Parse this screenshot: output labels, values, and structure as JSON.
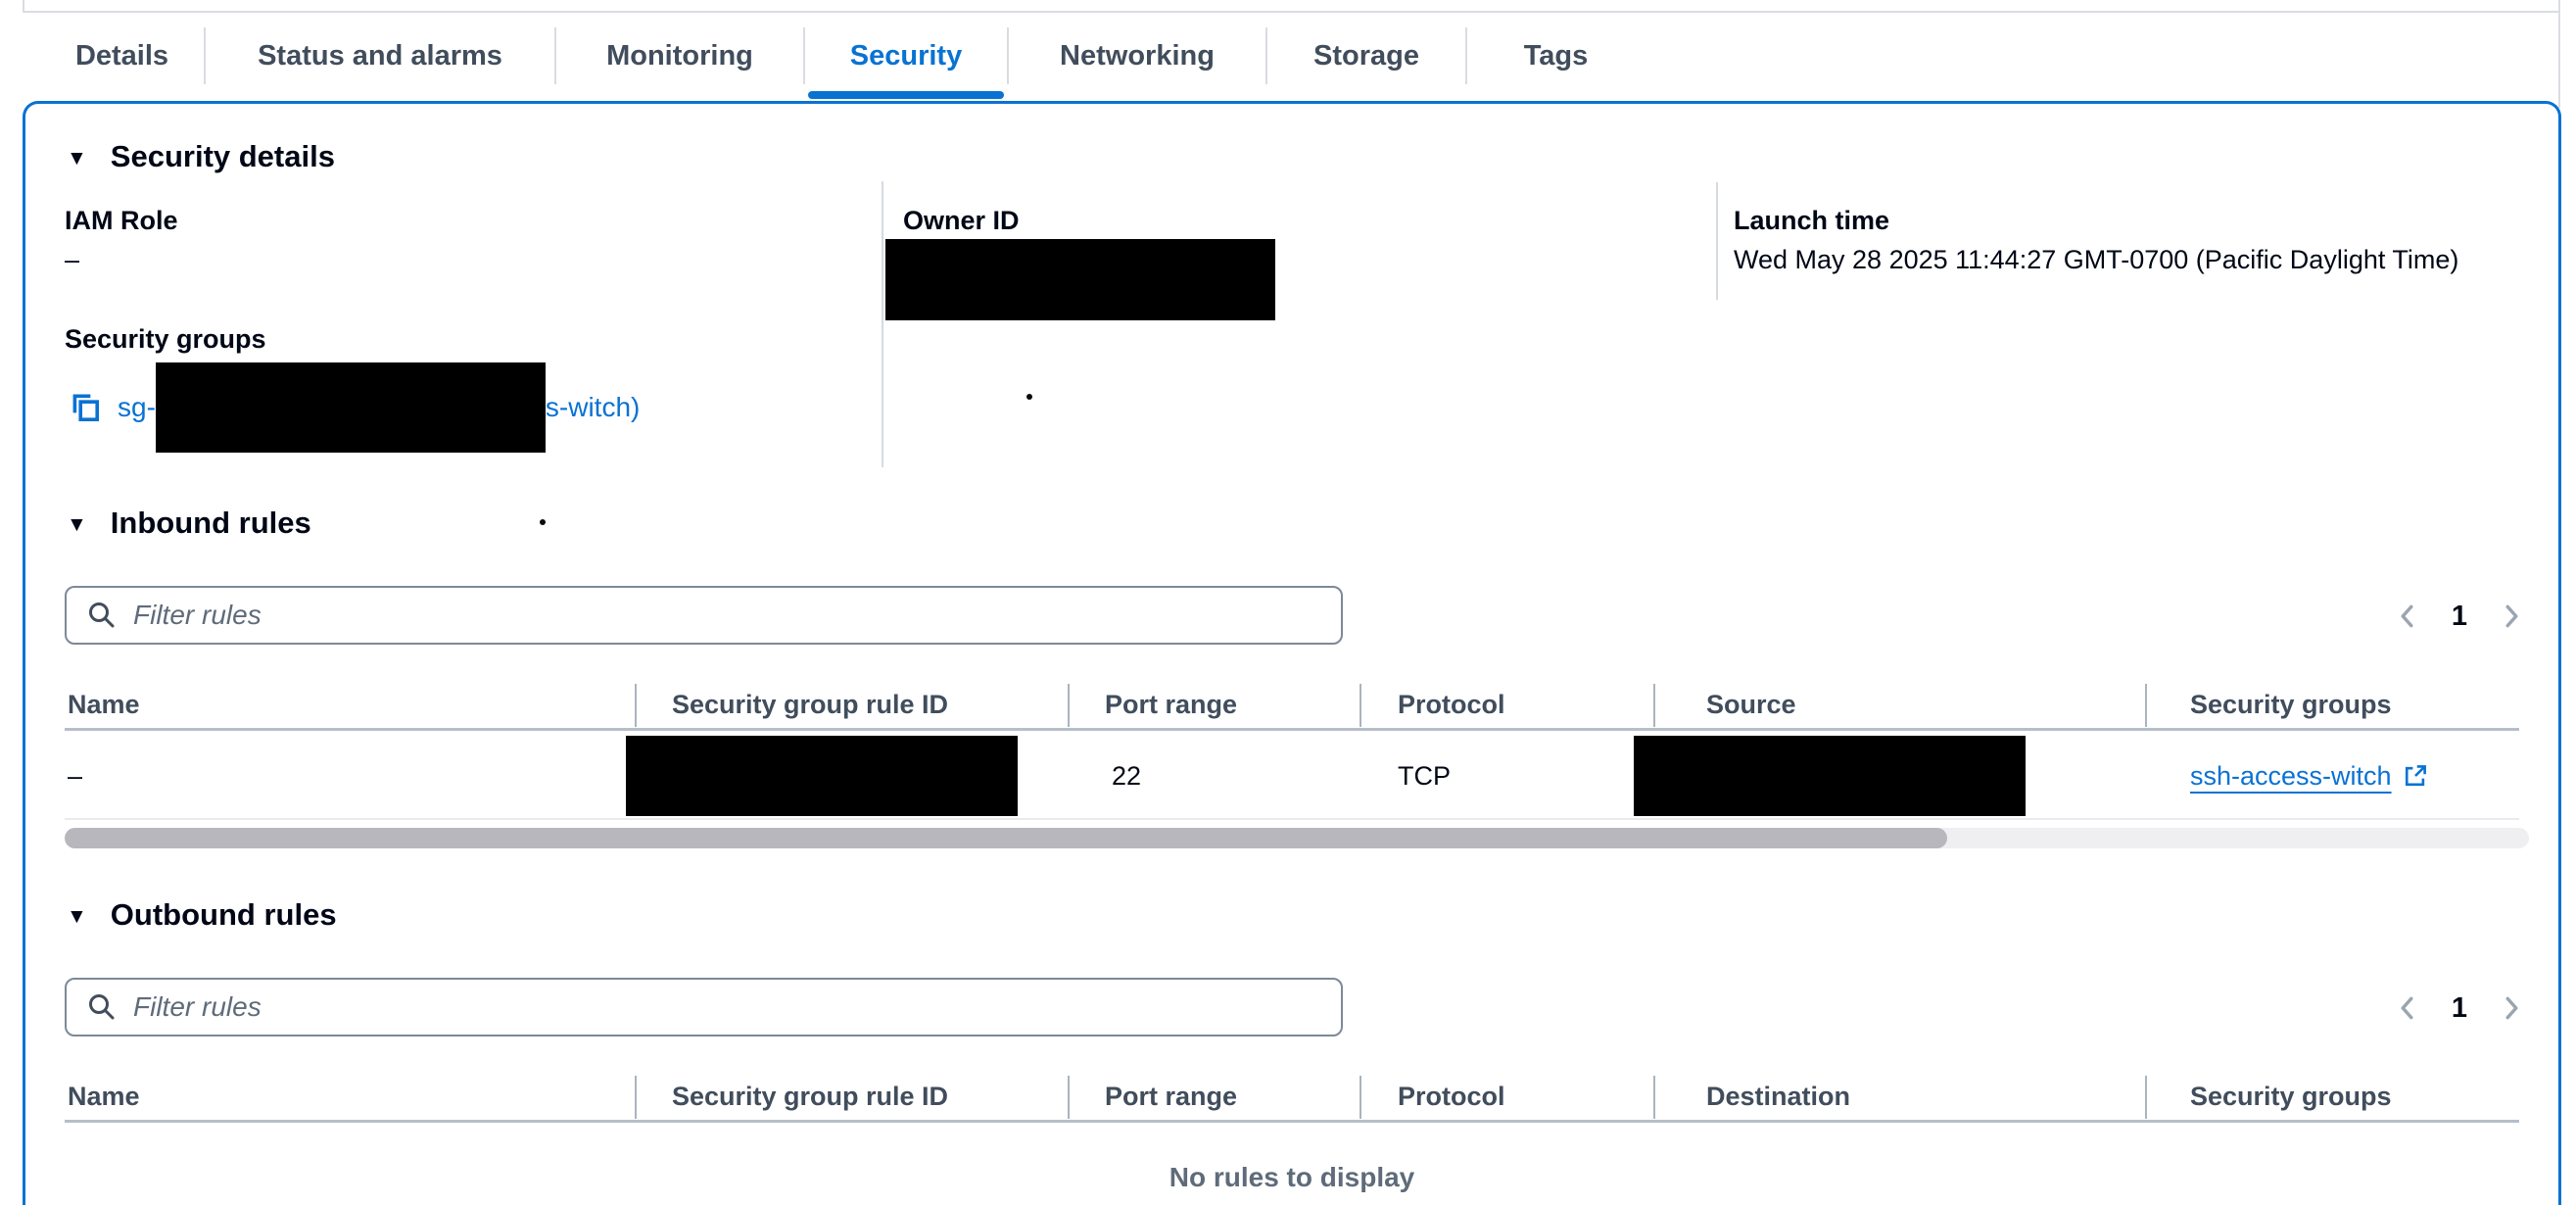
{
  "tabs": {
    "labels": [
      "Details",
      "Status and alarms",
      "Monitoring",
      "Security",
      "Networking",
      "Storage",
      "Tags"
    ],
    "active": "Security"
  },
  "security_details": {
    "title": "Security details",
    "iam_role_label": "IAM Role",
    "iam_role_value": "–",
    "owner_id_label": "Owner ID",
    "security_groups_label": "Security groups",
    "security_group_link_prefix": "sg-",
    "security_group_link_suffix": "s-witch)",
    "launch_time_label": "Launch time",
    "launch_time_value": "Wed May 28 2025 11:44:27 GMT-0700 (Pacific Daylight Time)"
  },
  "inbound": {
    "title": "Inbound rules",
    "filter_placeholder": "Filter rules",
    "page": "1",
    "columns": [
      "Name",
      "Security group rule ID",
      "Port range",
      "Protocol",
      "Source",
      "Security groups"
    ],
    "row": {
      "name": "–",
      "port_range": "22",
      "protocol": "TCP",
      "security_group_link": "ssh-access-witch"
    }
  },
  "outbound": {
    "title": "Outbound rules",
    "filter_placeholder": "Filter rules",
    "page": "1",
    "columns": [
      "Name",
      "Security group rule ID",
      "Port range",
      "Protocol",
      "Destination",
      "Security groups"
    ],
    "empty_message": "No rules to display"
  },
  "colors": {
    "accent_blue": "#0972d3",
    "redaction": "#000000"
  }
}
